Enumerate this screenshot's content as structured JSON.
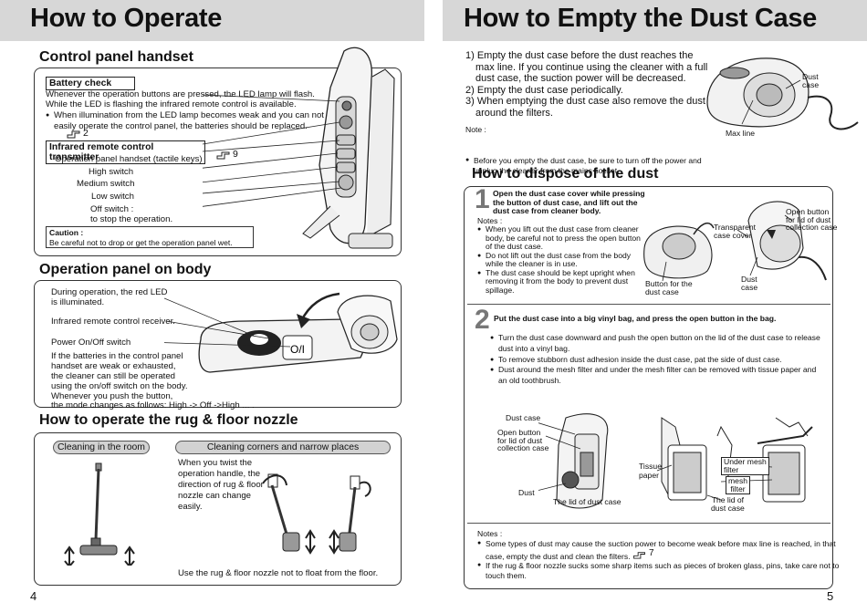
{
  "left": {
    "title": "How to Operate",
    "control": {
      "heading": "Control panel handset",
      "battery_label": "Battery check",
      "battery_p1": "Whenever the operation buttons are pressed, the LED lamp will flash.",
      "battery_p2": "While the LED is flashing the infrared remote control is available.",
      "battery_b1": "When illumination from the LED lamp becomes weak and you can not",
      "battery_b1b": "easily operate the control panel, the batteries should be replaced.",
      "battery_ref": "2",
      "infrared_label": "Infrared remote control transmitter",
      "infrared_ref": "9",
      "handset_text": "Operation panel handset (tactile keys)",
      "high": "High switch",
      "medium": "Medium switch",
      "low": "Low switch",
      "off": "Off switch :",
      "off_desc": "to stop the operation.",
      "caution_title": "Caution :",
      "caution_text": "Be careful not to drop or get the operation panel wet."
    },
    "body_panel": {
      "heading": "Operation panel on body",
      "led_1": "During operation, the red LED",
      "led_2": "is illuminated.",
      "receiver": "Infrared remote control receiver.",
      "power": "Power On/Off switch",
      "p1": "If the batteries in the control panel",
      "p2": "handset are weak or exhausted,",
      "p3": "the cleaner can still be operated",
      "p4": "using the on/off switch on the body.",
      "p5": "Whenever you push the button,",
      "p6": "the mode changes as follows: High -> Off ->High ... .",
      "switch_symbol": "O/I"
    },
    "rug": {
      "heading": "How to operate the rug & floor nozzle",
      "tab_room": "Cleaning in the room",
      "tab_corners": "Cleaning corners and narrow places",
      "twist_1": "When you twist the",
      "twist_2": "operation handle, the",
      "twist_3": "direction of rug & floor",
      "twist_4": "nozzle can change",
      "twist_5": "easily.",
      "footer": "Use the rug & floor nozzle not to float from the floor."
    },
    "page_number": "4"
  },
  "right": {
    "title": "How to Empty the Dust Case",
    "intro": {
      "i1a": "1) Empty the dust case before the dust reaches the",
      "i1b": "max line. If you continue using the cleaner with a full",
      "i1c": "dust case, the suction power will be decreased.",
      "i2": "2) Empty the dust case periodically.",
      "i3a": "3) When emptying the dust case also remove the dust",
      "i3b": "around the filters.",
      "note_label": "Note :",
      "note_1": "Before you empty the dust case, be sure to turn off the power and",
      "note_2": "unplug the cleaner from the mains socket.",
      "dust_case_1": "Dust",
      "dust_case_2": "case",
      "max_line": "Max line"
    },
    "dispose": {
      "heading": "How to dispose of the dust",
      "step1_num": "1",
      "step1_a": "Open the dust case cover while pressing",
      "step1_b": "the button of dust case, and lift out the",
      "step1_c": "dust case from cleaner body.",
      "notes_label": "Notes :",
      "n1a": "When you lift out the dust case from cleaner",
      "n1b": "body, be careful  not to press the open button",
      "n1c": "of the dust case.",
      "n2a": "Do not lift out the dust case from the body",
      "n2b": "while the cleaner is in use.",
      "n3a": "The dust case should be kept upright  when",
      "n3b": "removing it from the body to prevent dust",
      "n3c": "spillage.",
      "fig_transparent_1": "Transparent",
      "fig_transparent_2": "case cover",
      "fig_button_1": "Button for the",
      "fig_button_2": "dust case",
      "fig_dust_1": "Dust",
      "fig_dust_2": "case",
      "fig_open_1": "Open button",
      "fig_open_2": "for lid of dust",
      "fig_open_3": "collection case",
      "step2_num": "2",
      "step2": "Put the dust case into a big vinyl bag, and press the open button in the bag.",
      "s2b1a": "Turn the dust case downward and push the open button on the lid of the dust case to release",
      "s2b1b": "dust into a vinyl bag.",
      "s2b2": "To remove stubborn dust adhesion inside the dust case, pat the side of dust case.",
      "s2b3a": "Dust around the mesh filter and under the mesh filter can be removed with tissue paper and",
      "s2b3b": "an old toothbrush.",
      "f2_dustcase": "Dust case",
      "f2_open_1": "Open button",
      "f2_open_2": "for lid of dust",
      "f2_open_3": "collection case",
      "f2_dust": "Dust",
      "f2_lid": "The lid of dust case",
      "f2_tissue_1": "Tissue",
      "f2_tissue_2": "paper",
      "f2_under_1": "Under mesh",
      "f2_under_2": "filter",
      "f2_mesh_1": "mesh",
      "f2_mesh_2": "filter",
      "f2_lid2_1": "The lid of",
      "f2_lid2_2": "dust case",
      "bottom_notes_label": "Notes :",
      "bn1a": "Some types of dust may cause the suction power to become weak  before max line is reached, in that",
      "bn1b": "case, empty the dust and clean the filters.",
      "bn1_ref": "7",
      "bn2a": "If the rug & floor nozzle sucks some sharp items such as pieces of broken glass, pins, take care not to",
      "bn2b": "touch them."
    },
    "page_number": "5"
  }
}
